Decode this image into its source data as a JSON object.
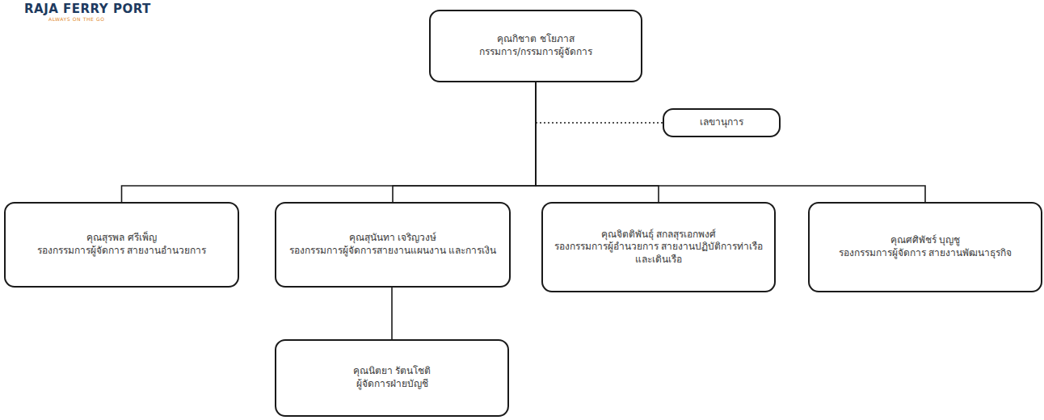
{
  "diagram": {
    "nodes": [
      {
        "text": [
          "คุณกิชาต ชโยภาส",
          "กรรมการ/กรรมการผู้จัดการ"
        ]
      },
      {
        "text": [
          "เลขานุการ"
        ]
      },
      {
        "text": [
          "คุณสุรพล ศรีเพ็ญ",
          "รองกรรมการผู้จัดการ สายงานอำนวยการ"
        ]
      },
      {
        "text": [
          "คุณสุนันทา เจริญวงษ์",
          "รองกรรมการผู้จัดการสายงานแผนงาน และการเงิน"
        ]
      },
      {
        "text": [
          "คุณจิตติพันธุ์ สกลสุรเอกพงศ์",
          "รองกรรมการผู้อำนวยการ สายงานปฏิบัติการท่าเรือและเดินเรือ"
        ]
      },
      {
        "text": [
          "คุณศศิพัชร์ บุญชู",
          "รองกรรมการผู้จัดการ สายงานพัฒนาธุรกิจ"
        ]
      },
      {
        "text": [
          "คุณนิตยา รัตนโชติ",
          "ผู้จัดการฝ่ายบัญชี"
        ]
      }
    ],
    "edges": [
      {
        "from": 0,
        "to": 1,
        "arrow": "none"
      },
      {
        "from": 0,
        "to": 2,
        "arrow": "none"
      },
      {
        "from": 0,
        "to": 3,
        "arrow": "none"
      },
      {
        "from": 0,
        "to": 4,
        "arrow": "none"
      },
      {
        "from": 0,
        "to": 5,
        "arrow": "none"
      },
      {
        "from": 3,
        "to": 6,
        "arrow": "none"
      }
    ],
    "labels": [
      "RAJA FERRY PORT",
      "ALWAYS ON THE GO"
    ]
  }
}
